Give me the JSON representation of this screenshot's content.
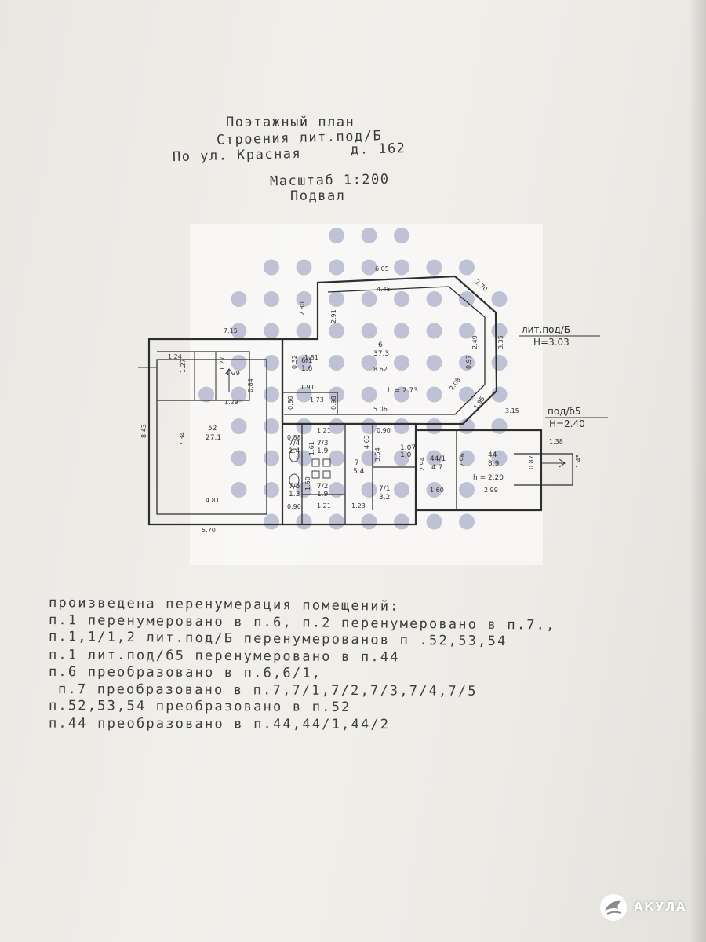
{
  "header": {
    "line1": "Поэтажный план",
    "line2": "Строения лит.под/Б",
    "line3": "По ул. Красная",
    "house": "д. 162",
    "scale": "Масштаб 1:200",
    "floor": "Подвал"
  },
  "plan": {
    "label_main": "лит.под/Б",
    "height_main": "Н=3.03",
    "label_ext": "под/б5",
    "height_ext": "Н=2.40",
    "dims": {
      "top": "6.05",
      "top_inner": "4.45",
      "diag_right": "2.70",
      "left_top": "7.15",
      "v280": "2.80",
      "v291": "2.91",
      "v249": "2.49",
      "v097": "0.97",
      "v335": "3.35",
      "v208": "2.08",
      "v195": "1.95",
      "v315": "3.15",
      "v124": "1.24",
      "v127": "1.27",
      "v127b": "1.27",
      "v129": "1.29",
      "v129b": "1.29",
      "v084": "0.84",
      "v032": "0.32",
      "v181": "1.81",
      "v191": "1.91",
      "v080": "0.80",
      "v173": "1.73",
      "v098": "0.98",
      "v506": "5.06",
      "v090": "0.90",
      "v121": "1.21",
      "v161": "1.61",
      "v463": "4.63",
      "v354": "3.54",
      "v294": "2.94",
      "v296": "2.96",
      "v160": "1.60",
      "v299": "2.99",
      "v138": "1.38",
      "v087": "0.87",
      "v145": "1.45",
      "v843": "8.43",
      "v734": "7.34",
      "v481": "4.81",
      "v570": "5.70",
      "v123": "1.23",
      "v121b": "1.21",
      "v160b": "1.60",
      "v088": "0.88",
      "v090b": "0.90",
      "v862": "8.62"
    },
    "rooms": {
      "r6": "6",
      "r6_area": "37.3",
      "r6_h": "h = 2.73",
      "r61": "6/1",
      "r61_area": "1.6",
      "r52": "52",
      "r52_area": "27.1",
      "r74": "7/4",
      "r74_area": "1.4",
      "r73": "7/3",
      "r73_area": "1.9",
      "r75": "7/5",
      "r75_area": "1.3",
      "r72": "7/2",
      "r72_area": "1.9",
      "r7": "7",
      "r7_area": "5.4",
      "r71": "7/1",
      "r71_area": "3.2",
      "r441": "44/1",
      "r441_area": "4.7",
      "r44": "44",
      "r44_area": "8.9",
      "r44_h": "h = 2.20",
      "r107": "1.07",
      "r107_area": "1.0"
    }
  },
  "notes": [
    "произведена перенумерация помещений:",
    "п.1 перенумеровано в п.6, п.2 перенумеровано в п.7.,",
    "п.1,1/1,2 лит.под/Б перенумерованов п .52,53,54",
    "п.1 лит.под/б5 перенумеровано в п.44",
    "п.6 преобразовано в п.6,6/1,",
    "п.7 преобразовано в п.7,7/1,7/2,7/3,7/4,7/5",
    "п.52,53,54 преобразовано в п.52",
    "п.44 преобразовано в п.44,44/1,44/2"
  ],
  "watermark": {
    "brand": "АКУЛА",
    "icon": "shark-logo-icon",
    "dot_color": "#6e7aa8"
  }
}
